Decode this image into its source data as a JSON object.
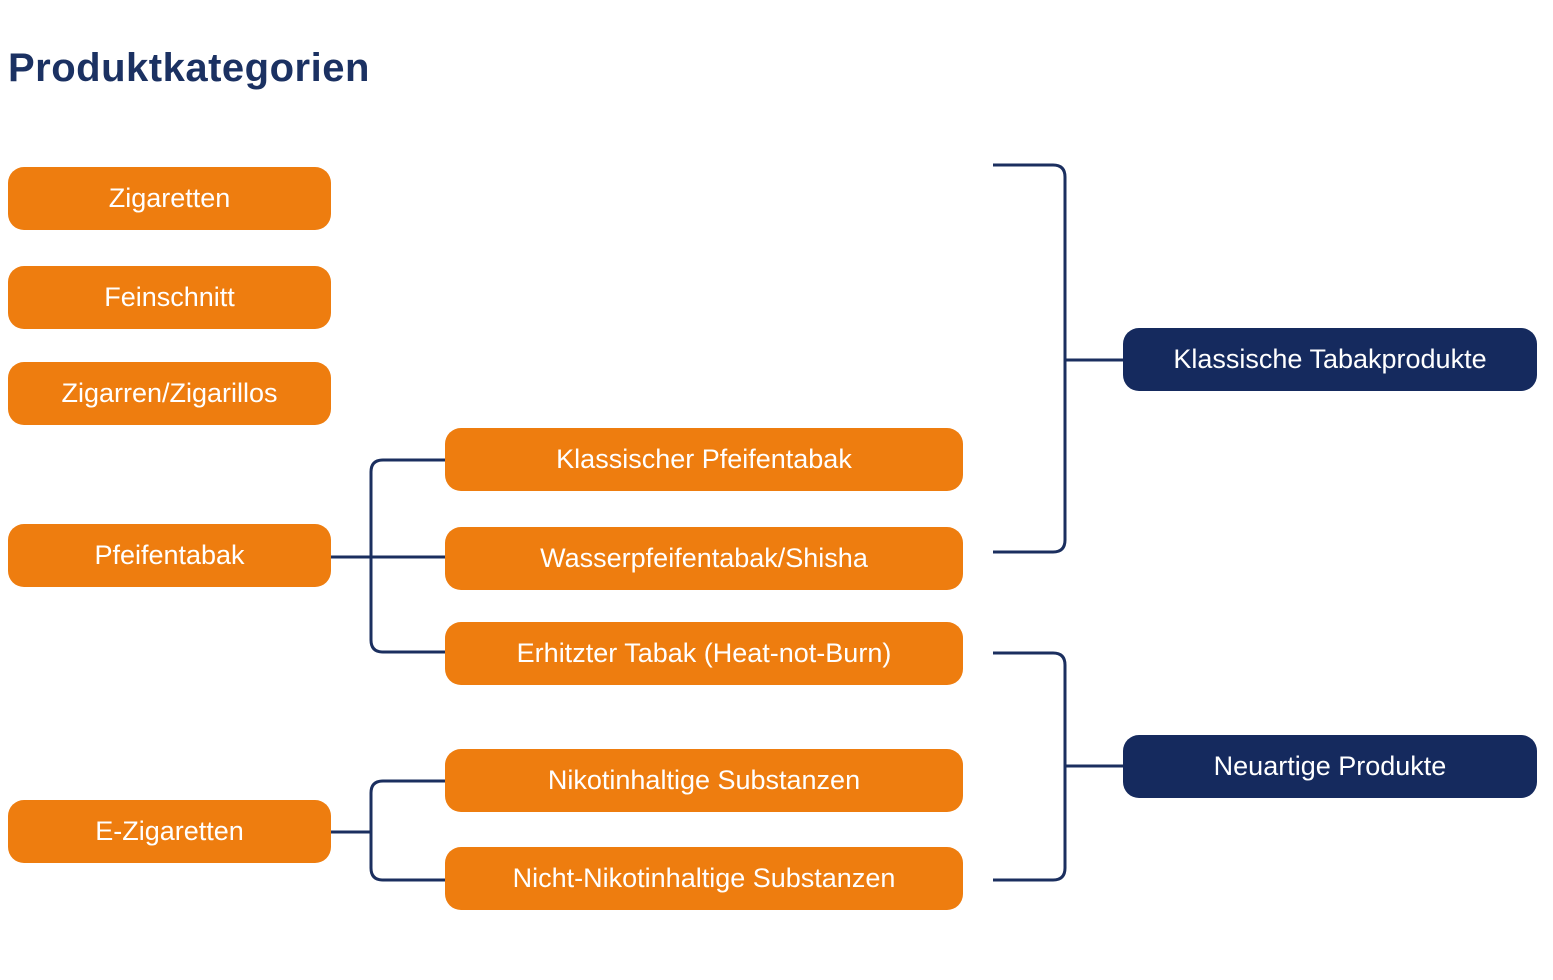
{
  "title": "Produktkategorien",
  "colors": {
    "node_orange": "#EE7D0F",
    "node_navy": "#152A5E",
    "title_navy": "#1B3162",
    "line_navy": "#1B2F5F",
    "node_text": "#FFFFFF"
  },
  "diagram": {
    "left_nodes": [
      {
        "label": "Zigaretten"
      },
      {
        "label": "Feinschnitt"
      },
      {
        "label": "Zigarren/Zigarillos"
      },
      {
        "label": "Pfeifentabak"
      },
      {
        "label": "E-Zigaretten"
      }
    ],
    "middle_nodes": [
      {
        "label": "Klassischer Pfeifentabak"
      },
      {
        "label": "Wasserpfeifentabak/Shisha"
      },
      {
        "label": "Erhitzter Tabak (Heat-not-Burn)"
      },
      {
        "label": "Nikotinhaltige Substanzen"
      },
      {
        "label": "Nicht-Nikotinhaltige Substanzen"
      }
    ],
    "group_nodes": [
      {
        "label": "Klassische Tabakprodukte"
      },
      {
        "label": "Neuartige Produkte"
      }
    ]
  }
}
